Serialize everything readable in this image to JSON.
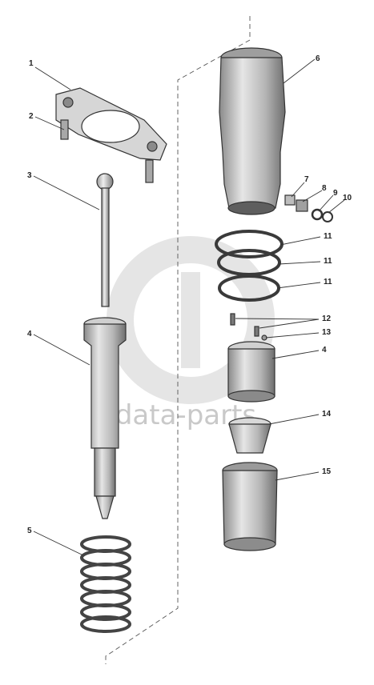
{
  "watermark": {
    "text": "data-parts",
    "color": "#bdbdbd"
  },
  "colors": {
    "line": "#333333",
    "part_light": "#e2e2e2",
    "part_mid": "#b8b8b8",
    "part_dark": "#7a7a7a",
    "background": "#ffffff"
  },
  "callouts": {
    "c1": "1",
    "c2": "2",
    "c3": "3",
    "c4a": "4",
    "c5": "5",
    "c6": "6",
    "c7": "7",
    "c8": "8",
    "c9": "9",
    "c10": "10",
    "c11a": "11",
    "c11b": "11",
    "c11c": "11",
    "c12": "12",
    "c13": "13",
    "c4b": "4",
    "c14": "14",
    "c15": "15"
  }
}
